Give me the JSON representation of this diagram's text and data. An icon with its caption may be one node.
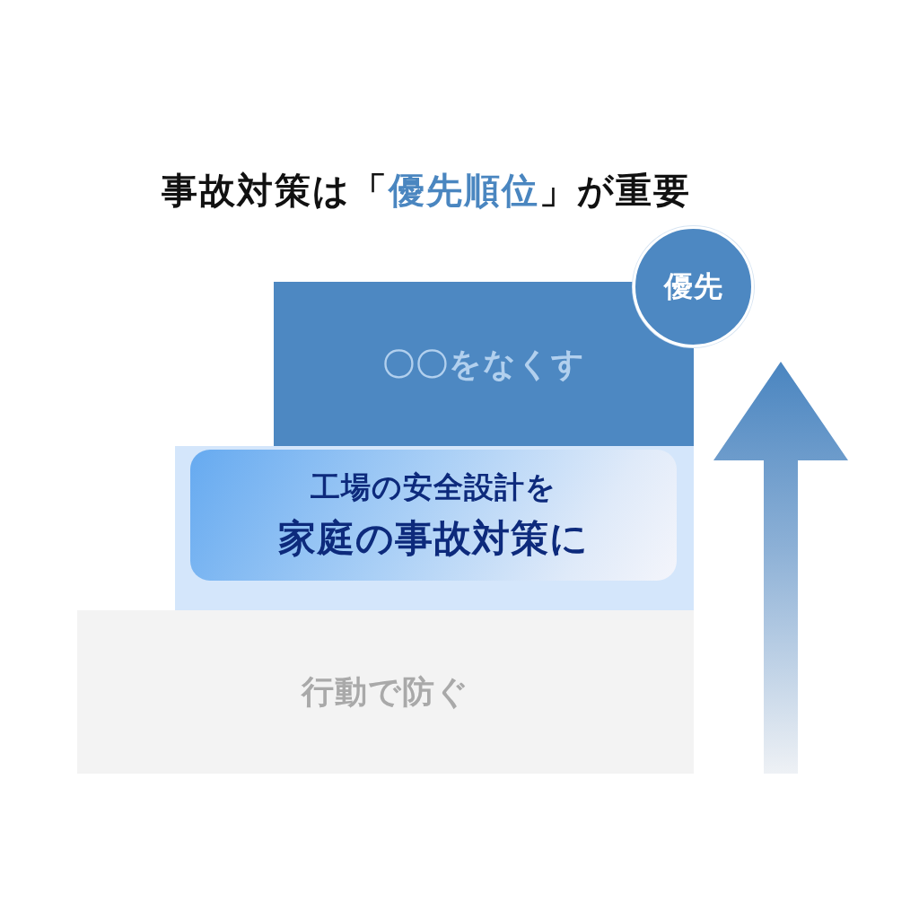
{
  "diagram": {
    "title": "事故対策は「*優先順位*」が重要",
    "nodes": [
      {
        "text": [
          "優先"
        ]
      },
      {
        "text": [
          "〇〇をなくす"
        ]
      },
      {
        "text": [],
        "shape": "box"
      },
      {
        "text": [
          "工場の安全設計を",
          "家庭の事故対策に"
        ],
        "in": 2
      },
      {
        "text": [
          "行動で防ぐ"
        ]
      }
    ]
  }
}
